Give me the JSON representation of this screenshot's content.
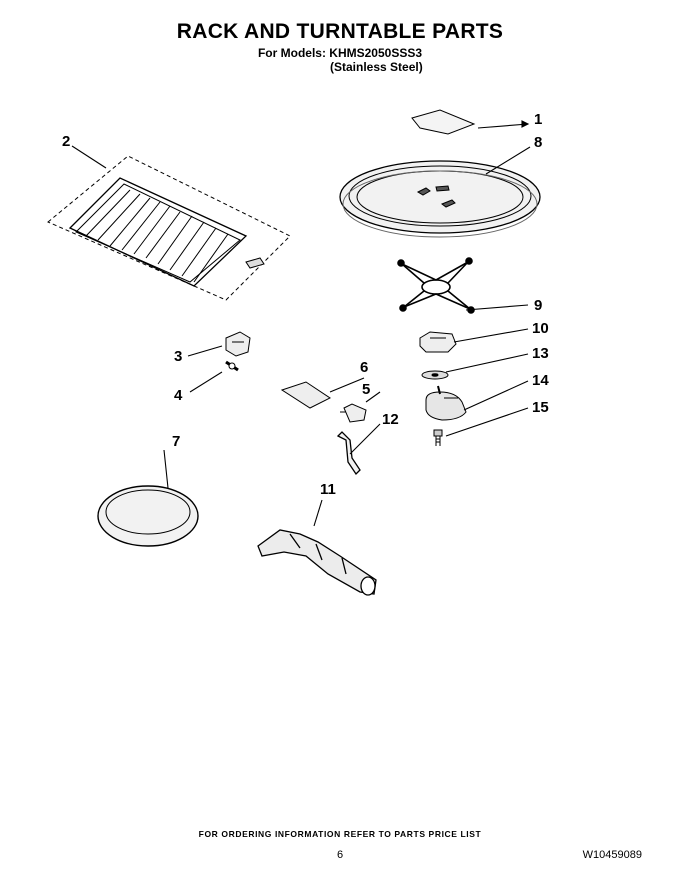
{
  "header": {
    "title": "RACK AND TURNTABLE PARTS",
    "models": "For Models: KHMS2050SSS3",
    "finish": "(Stainless Steel)"
  },
  "callouts": {
    "c1": "1",
    "c2": "2",
    "c3": "3",
    "c4": "4",
    "c5": "5",
    "c6": "6",
    "c7": "7",
    "c8": "8",
    "c9": "9",
    "c10": "10",
    "c11": "11",
    "c12": "12",
    "c13": "13",
    "c14": "14",
    "c15": "15"
  },
  "footer": {
    "ordering_note": "FOR ORDERING INFORMATION REFER TO PARTS PRICE LIST",
    "page_number": "6",
    "document_number": "W10459089"
  }
}
